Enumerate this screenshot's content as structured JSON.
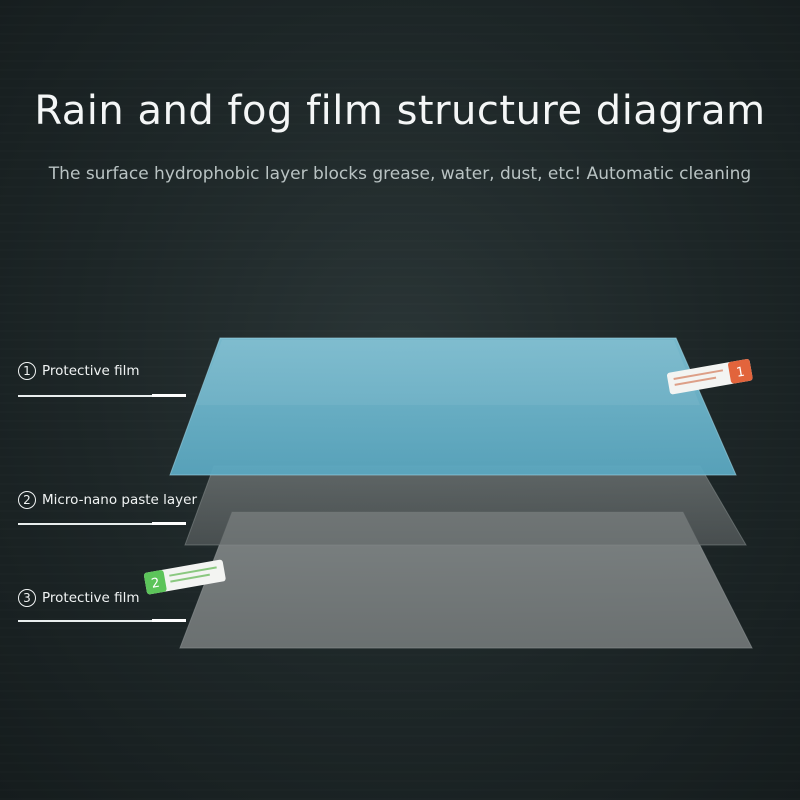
{
  "title": "Rain and fog film structure diagram",
  "subtitle": "The surface hydrophobic layer blocks grease, water, dust, etc! Automatic cleaning",
  "layers": [
    {
      "number": "1",
      "label": "Protective film",
      "color": "#6fb3c8"
    },
    {
      "number": "2",
      "label": "Micro-nano paste layer",
      "color": "#5a6061"
    },
    {
      "number": "3",
      "label": "Protective film",
      "color": "#6b6f70"
    }
  ],
  "tabs": [
    {
      "number": "1",
      "color": "#e2643c"
    },
    {
      "number": "2",
      "color": "#5cc45a"
    }
  ]
}
